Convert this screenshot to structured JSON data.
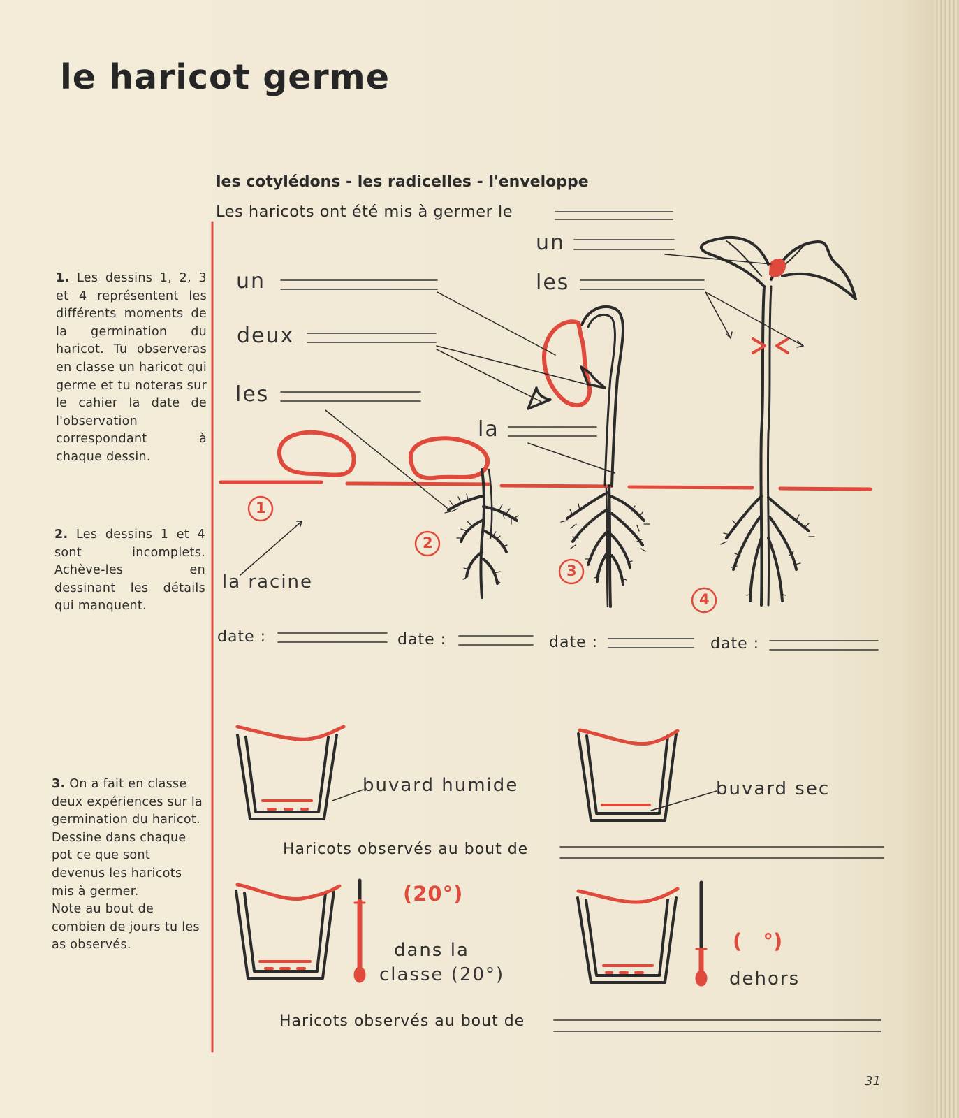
{
  "title": "le haricot germe",
  "word_list": "les cotylédons - les radicelles - l'enveloppe",
  "sentence": "Les haricots ont été mis à germer le",
  "instructions": {
    "p1_num": "1.",
    "p1": "Les dessins 1, 2, 3 et 4 représentent les différents moments de la germination du haricot. Tu observeras en classe un haricot qui germe et tu noteras sur le cahier la date de l'observation correspondant à chaque dessin.",
    "p2_num": "2.",
    "p2": "Les dessins 1 et 4 sont incomplets. Achève-les en dessinant les détails qui manquent.",
    "p3_num": "3.",
    "p3a": "On a fait en classe deux expériences sur la germination du haricot.",
    "p3b": "Dessine dans chaque pot ce que sont devenus les haricots mis à germer.",
    "p3c": "Note au bout de combien de jours tu les as observés."
  },
  "labels": {
    "un_left": "un",
    "deux": "deux",
    "les_left": "les",
    "la_mid": "la",
    "un_right": "un",
    "les_right": "les",
    "racine": "la racine"
  },
  "stage_numbers": [
    "1",
    "2",
    "3",
    "4"
  ],
  "date_label": "date :",
  "experiments": {
    "buvard_humide": "buvard humide",
    "buvard_sec": "buvard sec",
    "observed": "Haricots observés au bout de",
    "temp_class": "(20°)",
    "dans_la": "dans la",
    "classe": "classe (20°)",
    "temp_outside": "(   °)",
    "dehors": "dehors"
  },
  "page_number": "31",
  "colors": {
    "accent_red": "#e04a3c",
    "ink": "#2b2b2b",
    "paper": "#f1ead7"
  }
}
